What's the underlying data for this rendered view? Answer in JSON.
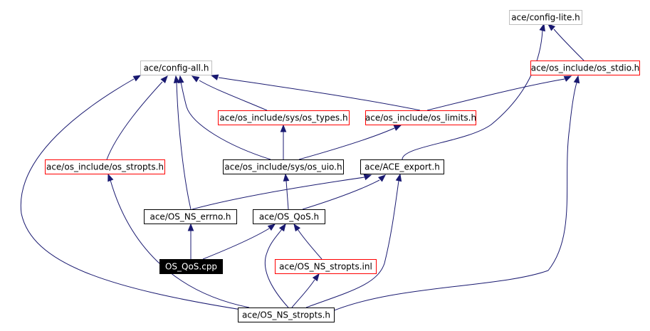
{
  "colors": {
    "edge": "#191970",
    "border_plain": "#bfbfbf",
    "border_documented": "#ff0000",
    "border_normal": "#000000",
    "root_fill": "#000000",
    "root_text": "#ffffff",
    "text": "#000000",
    "fill": "#ffffff"
  },
  "nodes": [
    {
      "id": "config_lite",
      "label": "ace/config-lite.h",
      "style": "plain"
    },
    {
      "id": "config_all",
      "label": "ace/config-all.h",
      "style": "plain"
    },
    {
      "id": "os_stdio",
      "label": "ace/os_include/os_stdio.h",
      "style": "documented"
    },
    {
      "id": "sys_types",
      "label": "ace/os_include/sys/os_types.h",
      "style": "documented"
    },
    {
      "id": "os_limits",
      "label": "ace/os_include/os_limits.h",
      "style": "documented"
    },
    {
      "id": "os_stropts",
      "label": "ace/os_include/os_stropts.h",
      "style": "documented"
    },
    {
      "id": "sys_uio",
      "label": "ace/os_include/sys/os_uio.h",
      "style": "normal"
    },
    {
      "id": "ace_export",
      "label": "ace/ACE_export.h",
      "style": "normal"
    },
    {
      "id": "ns_errno",
      "label": "ace/OS_NS_errno.h",
      "style": "normal"
    },
    {
      "id": "os_qos_h",
      "label": "ace/OS_QoS.h",
      "style": "normal"
    },
    {
      "id": "os_qos_cpp",
      "label": "OS_QoS.cpp",
      "style": "root"
    },
    {
      "id": "ns_stropts_inl",
      "label": "ace/OS_NS_stropts.inl",
      "style": "documented"
    },
    {
      "id": "ns_stropts_h",
      "label": "ace/OS_NS_stropts.h",
      "style": "normal"
    }
  ],
  "edges": [
    {
      "from": "os_stdio",
      "to": "config_lite"
    },
    {
      "from": "ace_export",
      "to": "config_lite"
    },
    {
      "from": "sys_types",
      "to": "config_all"
    },
    {
      "from": "os_limits",
      "to": "config_all"
    },
    {
      "from": "os_stropts",
      "to": "config_all"
    },
    {
      "from": "sys_uio",
      "to": "config_all"
    },
    {
      "from": "ns_errno",
      "to": "config_all"
    },
    {
      "from": "ns_stropts_h",
      "to": "config_all"
    },
    {
      "from": "os_limits",
      "to": "os_stdio"
    },
    {
      "from": "ns_stropts_h",
      "to": "os_stdio"
    },
    {
      "from": "sys_uio",
      "to": "sys_types"
    },
    {
      "from": "sys_uio",
      "to": "os_limits"
    },
    {
      "from": "ns_stropts_h",
      "to": "os_stropts"
    },
    {
      "from": "os_qos_h",
      "to": "sys_uio"
    },
    {
      "from": "ns_errno",
      "to": "ace_export"
    },
    {
      "from": "os_qos_h",
      "to": "ace_export"
    },
    {
      "from": "ns_stropts_h",
      "to": "ace_export"
    },
    {
      "from": "os_qos_cpp",
      "to": "ns_errno"
    },
    {
      "from": "os_qos_cpp",
      "to": "os_qos_h"
    },
    {
      "from": "ns_stropts_inl",
      "to": "os_qos_h"
    },
    {
      "from": "ns_stropts_h",
      "to": "os_qos_h"
    },
    {
      "from": "ns_stropts_h",
      "to": "ns_stropts_inl"
    }
  ]
}
